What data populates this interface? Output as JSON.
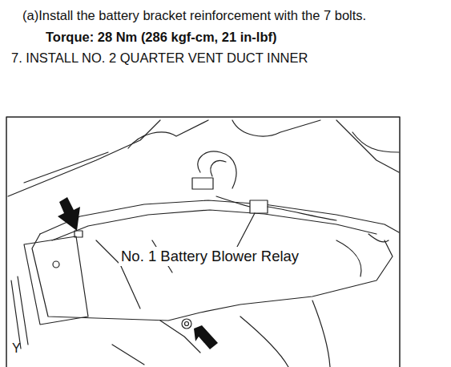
{
  "diagram": {
    "labels": [
      "(a)Install the battery bracket reinforcement with the 7 bolts.",
      "Torque: 28 Nm (286 kgf-cm, 21 in-lbf)",
      "7. INSTALL NO. 2 QUARTER VENT DUCT INNER",
      "No. 1 Battery Blower Relay",
      "Y"
    ]
  }
}
